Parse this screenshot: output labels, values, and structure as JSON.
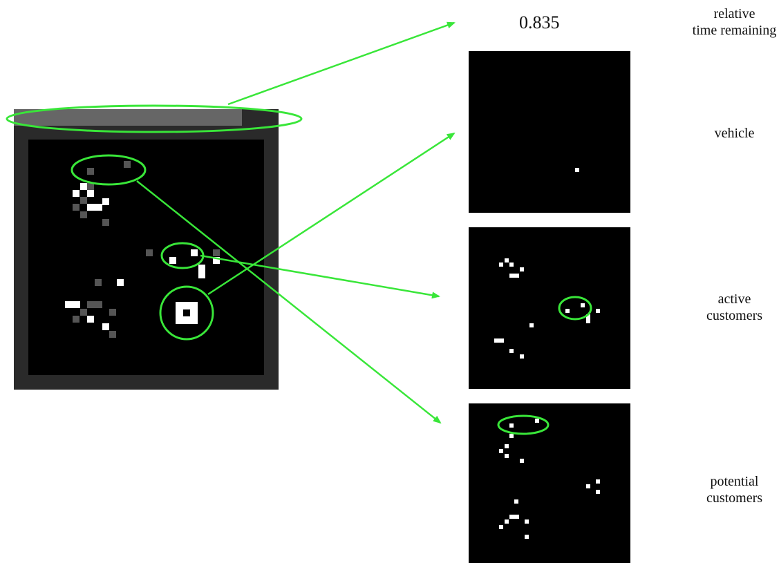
{
  "labels": {
    "time_value": "0.835",
    "time_channel": [
      "relative",
      "time remaining"
    ],
    "vehicle_channel": "vehicle",
    "active_channel": [
      "active",
      "customers"
    ],
    "potential_channel": [
      "potential",
      "customers"
    ]
  },
  "colors": {
    "highlight": "#39e639",
    "frame": "#2a2a2a",
    "time_bar": "#666666",
    "background": "#000000",
    "white": "#ffffff",
    "dim": "#555555",
    "mid": "#777777"
  }
}
